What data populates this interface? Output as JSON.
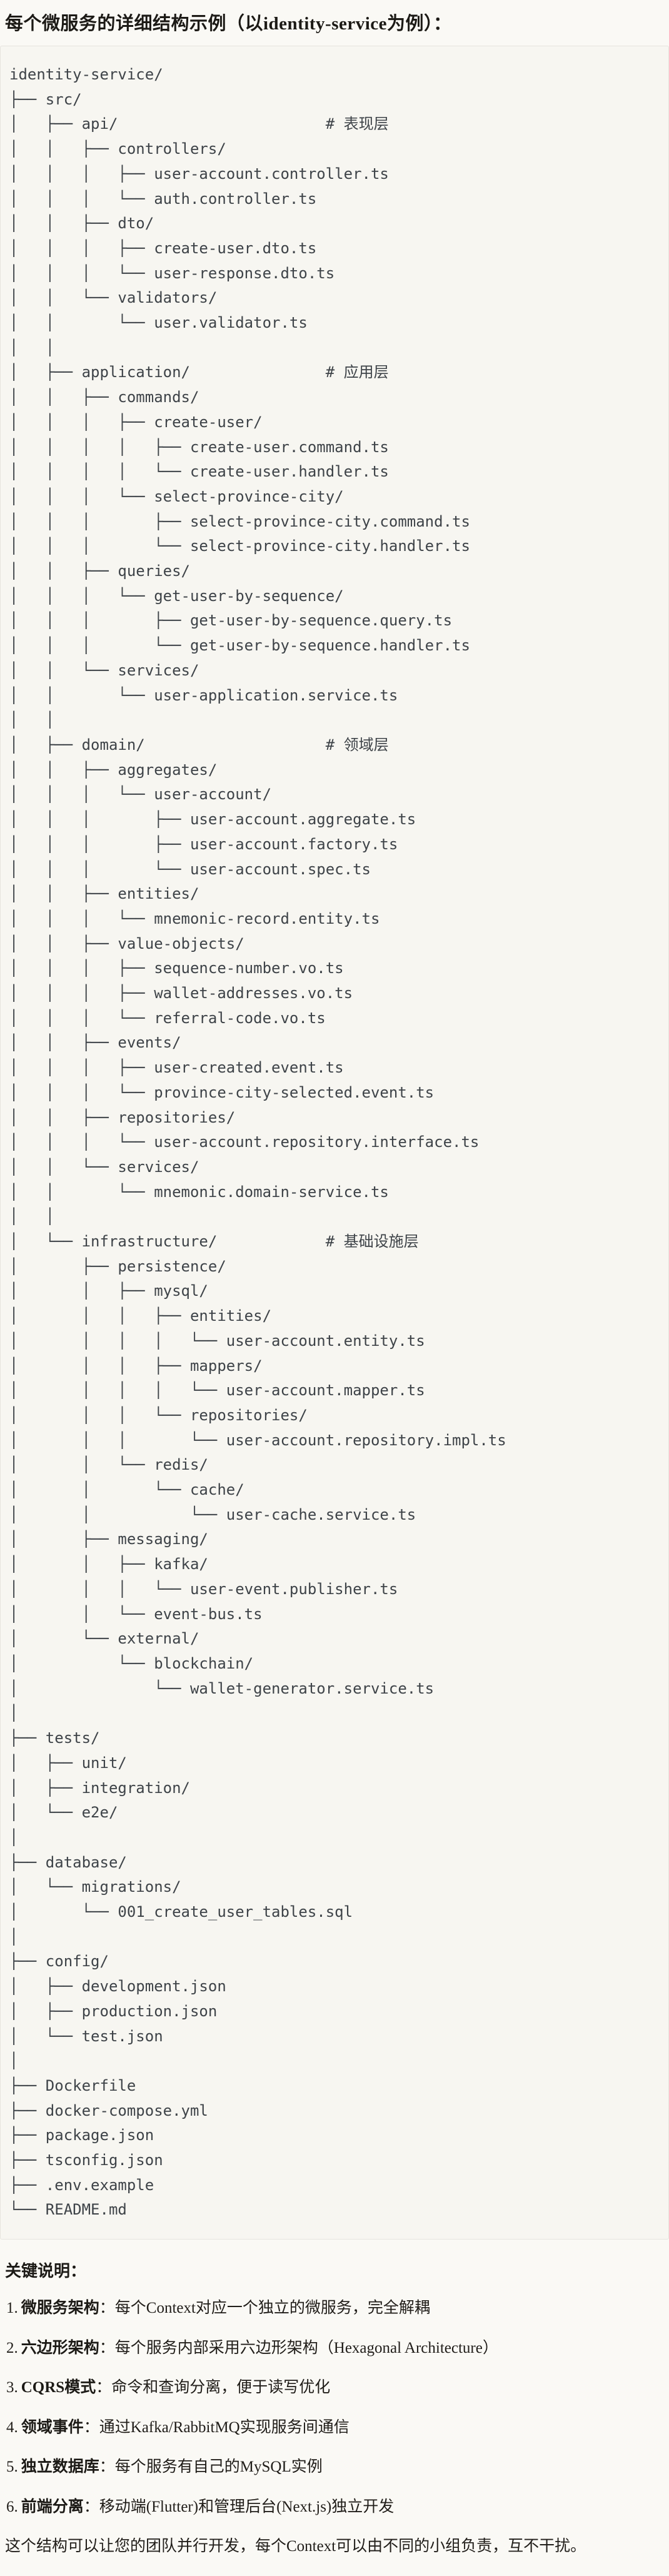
{
  "page": {
    "title": "每个微服务的详细结构示例（以identity-service为例）："
  },
  "colors": {
    "page_bg": "#faf9f5",
    "code_bg": "#f7f6f1",
    "code_border": "#e6e4de",
    "code_text": "#3e4348",
    "body_text": "#201d19"
  },
  "tree": {
    "lines": [
      "identity-service/",
      "├── src/",
      "│   ├── api/                       # 表现层",
      "│   │   ├── controllers/",
      "│   │   │   ├── user-account.controller.ts",
      "│   │   │   └── auth.controller.ts",
      "│   │   ├── dto/",
      "│   │   │   ├── create-user.dto.ts",
      "│   │   │   └── user-response.dto.ts",
      "│   │   └── validators/",
      "│   │       └── user.validator.ts",
      "│   │",
      "│   ├── application/               # 应用层",
      "│   │   ├── commands/",
      "│   │   │   ├── create-user/",
      "│   │   │   │   ├── create-user.command.ts",
      "│   │   │   │   └── create-user.handler.ts",
      "│   │   │   └── select-province-city/",
      "│   │   │       ├── select-province-city.command.ts",
      "│   │   │       └── select-province-city.handler.ts",
      "│   │   ├── queries/",
      "│   │   │   └── get-user-by-sequence/",
      "│   │   │       ├── get-user-by-sequence.query.ts",
      "│   │   │       └── get-user-by-sequence.handler.ts",
      "│   │   └── services/",
      "│   │       └── user-application.service.ts",
      "│   │",
      "│   ├── domain/                    # 领域层",
      "│   │   ├── aggregates/",
      "│   │   │   └── user-account/",
      "│   │   │       ├── user-account.aggregate.ts",
      "│   │   │       ├── user-account.factory.ts",
      "│   │   │       └── user-account.spec.ts",
      "│   │   ├── entities/",
      "│   │   │   └── mnemonic-record.entity.ts",
      "│   │   ├── value-objects/",
      "│   │   │   ├── sequence-number.vo.ts",
      "│   │   │   ├── wallet-addresses.vo.ts",
      "│   │   │   └── referral-code.vo.ts",
      "│   │   ├── events/",
      "│   │   │   ├── user-created.event.ts",
      "│   │   │   └── province-city-selected.event.ts",
      "│   │   ├── repositories/",
      "│   │   │   └── user-account.repository.interface.ts",
      "│   │   └── services/",
      "│   │       └── mnemonic.domain-service.ts",
      "│   │",
      "│   └── infrastructure/            # 基础设施层",
      "│       ├── persistence/",
      "│       │   ├── mysql/",
      "│       │   │   ├── entities/",
      "│       │   │   │   └── user-account.entity.ts",
      "│       │   │   ├── mappers/",
      "│       │   │   │   └── user-account.mapper.ts",
      "│       │   │   └── repositories/",
      "│       │   │       └── user-account.repository.impl.ts",
      "│       │   └── redis/",
      "│       │       └── cache/",
      "│       │           └── user-cache.service.ts",
      "│       ├── messaging/",
      "│       │   ├── kafka/",
      "│       │   │   └── user-event.publisher.ts",
      "│       │   └── event-bus.ts",
      "│       └── external/",
      "│           └── blockchain/",
      "│               └── wallet-generator.service.ts",
      "│",
      "├── tests/",
      "│   ├── unit/",
      "│   ├── integration/",
      "│   └── e2e/",
      "│",
      "├── database/",
      "│   └── migrations/",
      "│       └── 001_create_user_tables.sql",
      "│",
      "├── config/",
      "│   ├── development.json",
      "│   ├── production.json",
      "│   └── test.json",
      "│",
      "├── Dockerfile",
      "├── docker-compose.yml",
      "├── package.json",
      "├── tsconfig.json",
      "├── .env.example",
      "└── README.md"
    ]
  },
  "notes": {
    "heading": "关键说明：",
    "items": [
      {
        "num": "1.",
        "term": "微服务架构",
        "rest": "：每个Context对应一个独立的微服务，完全解耦"
      },
      {
        "num": "2.",
        "term": "六边形架构",
        "rest": "：每个服务内部采用六边形架构（Hexagonal Architecture）"
      },
      {
        "num": "3.",
        "term": "CQRS模式",
        "rest": "：命令和查询分离，便于读写优化"
      },
      {
        "num": "4.",
        "term": "领域事件",
        "rest": "：通过Kafka/RabbitMQ实现服务间通信"
      },
      {
        "num": "5.",
        "term": "独立数据库",
        "rest": "：每个服务有自己的MySQL实例"
      },
      {
        "num": "6.",
        "term": "前端分离",
        "rest": "：移动端(Flutter)和管理后台(Next.js)独立开发"
      }
    ],
    "footer": "这个结构可以让您的团队并行开发，每个Context可以由不同的小组负责，互不干扰。"
  }
}
